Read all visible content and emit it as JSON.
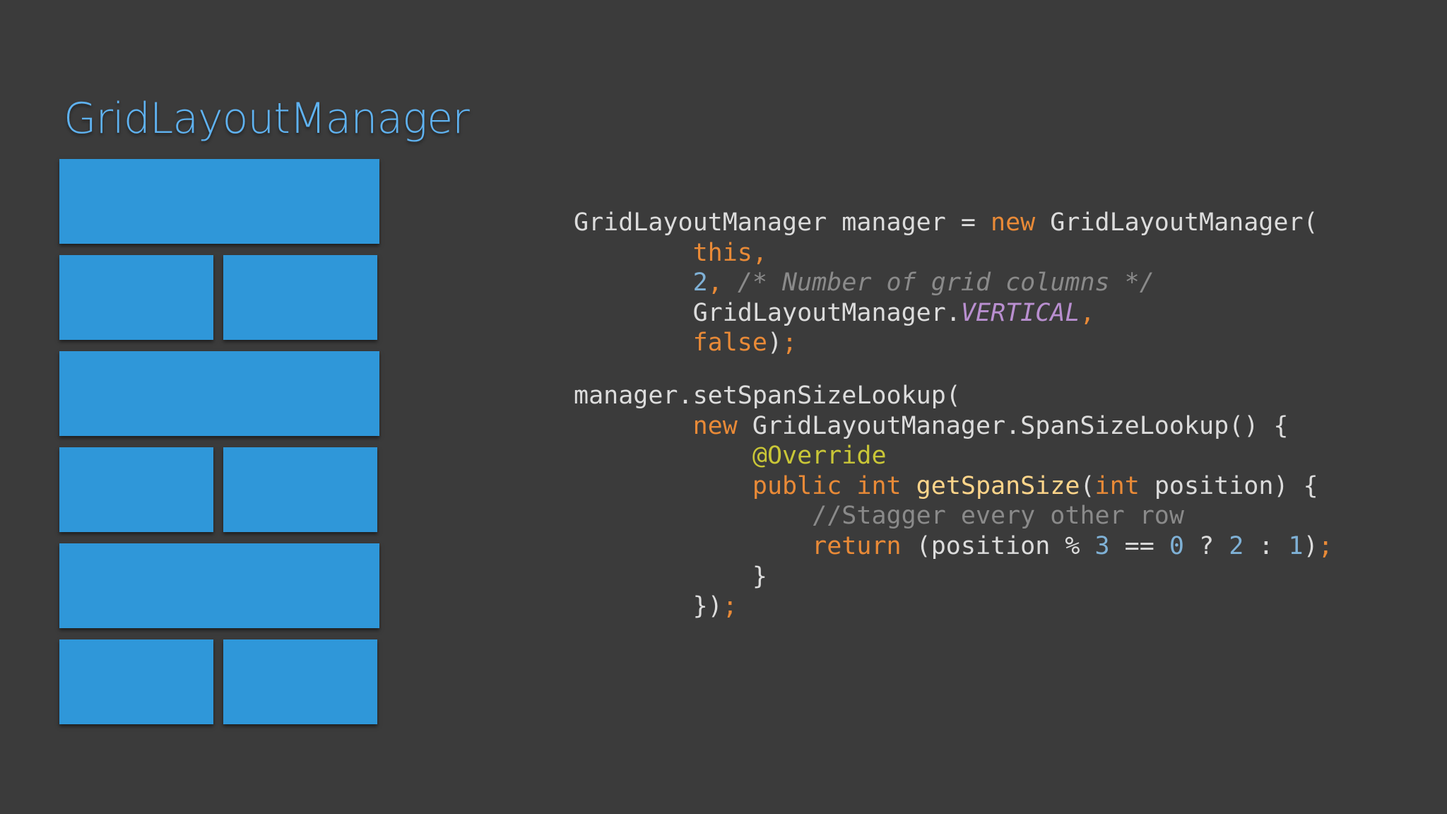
{
  "title": "GridLayoutManager",
  "colors": {
    "background": "#3b3b3b",
    "title": "#5fb2f0",
    "tile": "#2f97d9",
    "keyword": "#e98a37",
    "number": "#7fb1d6",
    "comment": "#8a8a8a",
    "constant": "#b98fd0",
    "annotation": "#c9c637",
    "method": "#ffd58a",
    "plain": "#dcdcdc"
  },
  "grid_rows": [
    {
      "span": "full"
    },
    {
      "span": "half"
    },
    {
      "span": "full"
    },
    {
      "span": "half"
    },
    {
      "span": "full"
    },
    {
      "span": "half"
    }
  ],
  "code": {
    "lines": [
      {
        "indent": "",
        "tokens": [
          {
            "t": "GridLayoutManager manager = ",
            "c": "plain"
          },
          {
            "t": "new",
            "c": "kw"
          },
          {
            "t": " GridLayoutManager(",
            "c": "plain"
          }
        ]
      },
      {
        "indent": "        ",
        "tokens": [
          {
            "t": "this,",
            "c": "kw"
          }
        ]
      },
      {
        "indent": "        ",
        "tokens": [
          {
            "t": "2",
            "c": "num"
          },
          {
            "t": ", ",
            "c": "kw"
          },
          {
            "t": "/* Number of grid columns */",
            "c": "comment"
          }
        ]
      },
      {
        "indent": "        ",
        "tokens": [
          {
            "t": "GridLayoutManager.",
            "c": "plain"
          },
          {
            "t": "VERTICAL",
            "c": "const"
          },
          {
            "t": ",",
            "c": "kw"
          }
        ]
      },
      {
        "indent": "        ",
        "tokens": [
          {
            "t": "false",
            "c": "kw"
          },
          {
            "t": ")",
            "c": "plain"
          },
          {
            "t": ";",
            "c": "kw"
          }
        ]
      },
      {
        "gap": true
      },
      {
        "indent": "",
        "tokens": [
          {
            "t": "manager.setSpanSizeLookup(",
            "c": "plain"
          }
        ]
      },
      {
        "indent": "        ",
        "tokens": [
          {
            "t": "new",
            "c": "kw"
          },
          {
            "t": " GridLayoutManager.SpanSizeLookup() {",
            "c": "plain"
          }
        ]
      },
      {
        "indent": "            ",
        "tokens": [
          {
            "t": "@Override",
            "c": "ann"
          }
        ]
      },
      {
        "indent": "            ",
        "tokens": [
          {
            "t": "public int ",
            "c": "kw"
          },
          {
            "t": "getSpanSize",
            "c": "method"
          },
          {
            "t": "(",
            "c": "plain"
          },
          {
            "t": "int",
            "c": "kw"
          },
          {
            "t": " position) {",
            "c": "plain"
          }
        ]
      },
      {
        "indent": "                ",
        "tokens": [
          {
            "t": "//Stagger every other row",
            "c": "linecomment"
          }
        ]
      },
      {
        "indent": "                ",
        "tokens": [
          {
            "t": "return",
            "c": "kw"
          },
          {
            "t": " (position % ",
            "c": "plain"
          },
          {
            "t": "3",
            "c": "num"
          },
          {
            "t": " == ",
            "c": "plain"
          },
          {
            "t": "0",
            "c": "num"
          },
          {
            "t": " ? ",
            "c": "plain"
          },
          {
            "t": "2",
            "c": "num"
          },
          {
            "t": " : ",
            "c": "plain"
          },
          {
            "t": "1",
            "c": "num"
          },
          {
            "t": ")",
            "c": "plain"
          },
          {
            "t": ";",
            "c": "kw"
          }
        ]
      },
      {
        "indent": "            ",
        "tokens": [
          {
            "t": "}",
            "c": "plain"
          }
        ]
      },
      {
        "indent": "        ",
        "tokens": [
          {
            "t": "})",
            "c": "plain"
          },
          {
            "t": ";",
            "c": "kw"
          }
        ]
      }
    ]
  }
}
